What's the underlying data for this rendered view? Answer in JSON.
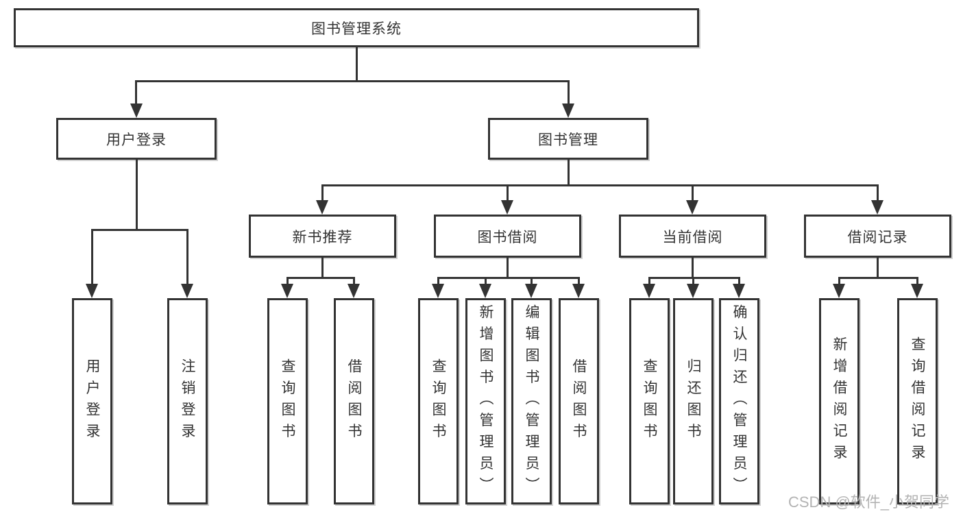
{
  "colors": {
    "line": "#333333",
    "text": "#333333",
    "box_bg": "#ffffff",
    "watermark": "#b3b3b3"
  },
  "watermark": {
    "text": "CSDN @软件_小贺同学"
  },
  "tree": {
    "root": {
      "label": "图书管理系统"
    },
    "branches": [
      {
        "label": "用户登录",
        "children": [
          {
            "label": "用户登录"
          },
          {
            "label": "注销登录"
          }
        ]
      },
      {
        "label": "图书管理",
        "groups": [
          {
            "label": "新书推荐",
            "children": [
              {
                "label": "查询图书"
              },
              {
                "label": "借阅图书"
              }
            ]
          },
          {
            "label": "图书借阅",
            "children": [
              {
                "label": "查询图书"
              },
              {
                "label": "新增图书（管理员）"
              },
              {
                "label": "编辑图书（管理员）"
              },
              {
                "label": "借阅图书"
              }
            ]
          },
          {
            "label": "当前借阅",
            "children": [
              {
                "label": "查询图书"
              },
              {
                "label": "归还图书"
              },
              {
                "label": "确认归还（管理员）"
              }
            ]
          },
          {
            "label": "借阅记录",
            "children": [
              {
                "label": "新增借阅记录"
              },
              {
                "label": "查询借阅记录"
              }
            ]
          }
        ]
      }
    ]
  }
}
